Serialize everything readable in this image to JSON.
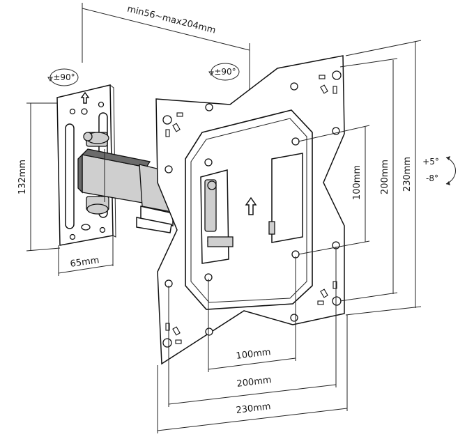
{
  "dimensions": {
    "arm_range": "min56~max204mm",
    "wall_plate_height": "132mm",
    "wall_plate_width": "65mm",
    "vesa_small_w": "100mm",
    "vesa_mid_w": "200mm",
    "plate_w": "230mm",
    "vesa_small_h": "100mm",
    "vesa_mid_h": "200mm",
    "plate_h": "230mm"
  },
  "rotations": {
    "wall_swivel": "±90°",
    "head_swivel": "±90°",
    "tilt_up": "+5°",
    "tilt_down": "-8°"
  }
}
